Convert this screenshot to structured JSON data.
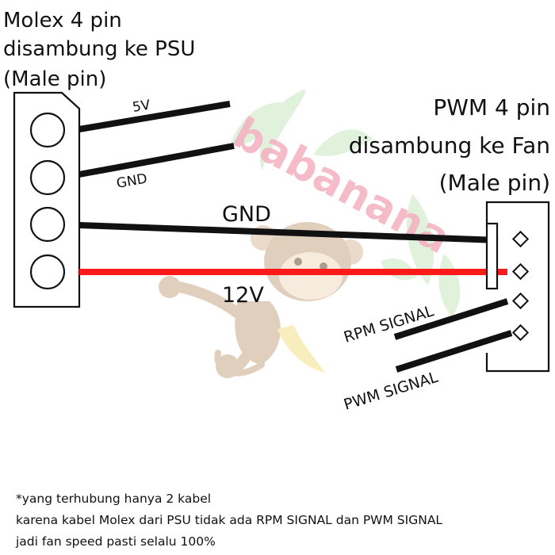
{
  "molex": {
    "title_lines": [
      "Molex 4 pin",
      "disambung ke PSU",
      "(Male pin)"
    ],
    "wire_5v_label": "5V",
    "wire_gnd_label": "GND"
  },
  "fan": {
    "title_lines": [
      "PWM 4 pin",
      "disambung ke Fan",
      "(Male pin)"
    ],
    "gnd_label": "GND",
    "v12_label": "12V",
    "rpm_label": "RPM SIGNAL",
    "pwm_label": "PWM SIGNAL"
  },
  "watermark": {
    "text": "babanana"
  },
  "note": {
    "lines": [
      "*yang terhubung hanya 2 kabel",
      "karena kabel Molex dari PSU tidak ada RPM SIGNAL dan PWM SIGNAL",
      "jadi fan speed pasti selalu 100%"
    ]
  },
  "colors": {
    "wire_black": "#111111",
    "wire_red": "#ff1a1a",
    "watermark_pink": "#f5b0c0",
    "watermark_leaf": "#c8e6c0",
    "watermark_monkey": "#c9a98a"
  }
}
